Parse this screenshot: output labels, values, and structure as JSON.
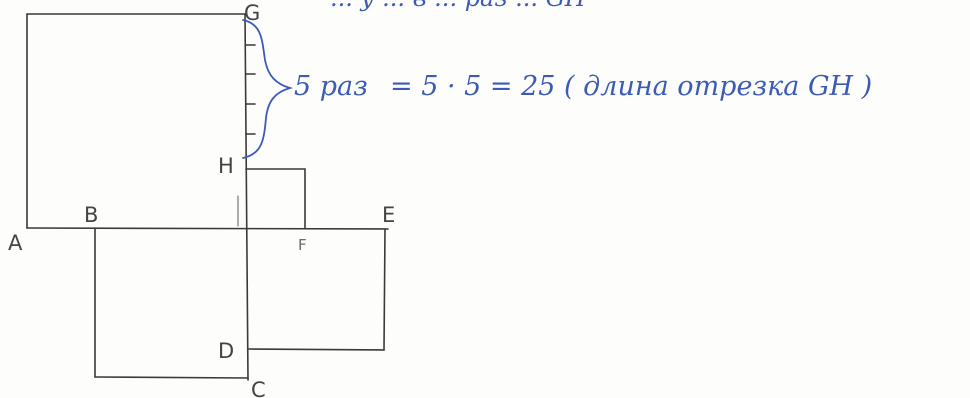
{
  "labels": {
    "A": "A",
    "B": "B",
    "C": "C",
    "D": "D",
    "E": "E",
    "F": "F",
    "G": "G",
    "H": "H",
    "small_one": "1"
  },
  "annotation": {
    "top_line": "... у ... в ... раз ... GH",
    "times": "5 раз",
    "equation": "=  5 · 5 = 25 ( длина отрезка  GH )"
  },
  "colors": {
    "pencil": "#3a3a3a",
    "ink": "#3b5bb5"
  }
}
